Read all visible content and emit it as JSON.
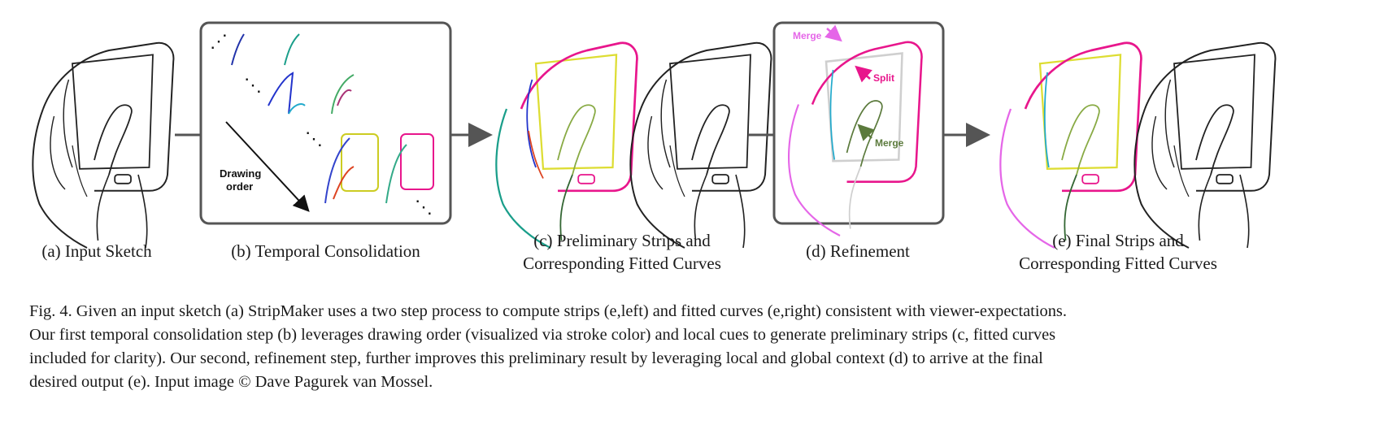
{
  "panels": {
    "a": {
      "label": "(a) Input Sketch"
    },
    "b": {
      "label": "(b) Temporal Consolidation",
      "annotation_line1": "Drawing",
      "annotation_line2": "order"
    },
    "c": {
      "label_line1": "(c) Preliminary Strips and",
      "label_line2": "Corresponding Fitted Curves"
    },
    "d": {
      "label": "(d) Refinement",
      "merge_top": "Merge",
      "split": "Split",
      "merge_bottom": "Merge"
    },
    "e": {
      "label_line1": "(e) Final Strips and",
      "label_line2": "Corresponding Fitted Curves"
    }
  },
  "caption": {
    "lines": [
      "Fig. 4.  Given an input sketch (a) StripMaker uses a two step process to compute strips (e,left) and fitted curves (e,right) consistent with viewer-expectations.",
      "Our first temporal consolidation step (b) leverages drawing order (visualized via stroke color) and local cues to generate preliminary strips (c, fitted curves",
      "included for clarity). Our second, refinement step, further improves this preliminary result by leveraging local and global context (d) to arrive at the final",
      "desired output (e). Input image © Dave Pagurek van Mossel."
    ]
  },
  "colors": {
    "stroke": "#222222",
    "arrow": "#555555",
    "box_border": "#555555",
    "merge_pink": "#e566e8",
    "split_magenta": "#e8168c",
    "merge_green": "#5b7a3c",
    "phone_pink": "#e8168c"
  }
}
